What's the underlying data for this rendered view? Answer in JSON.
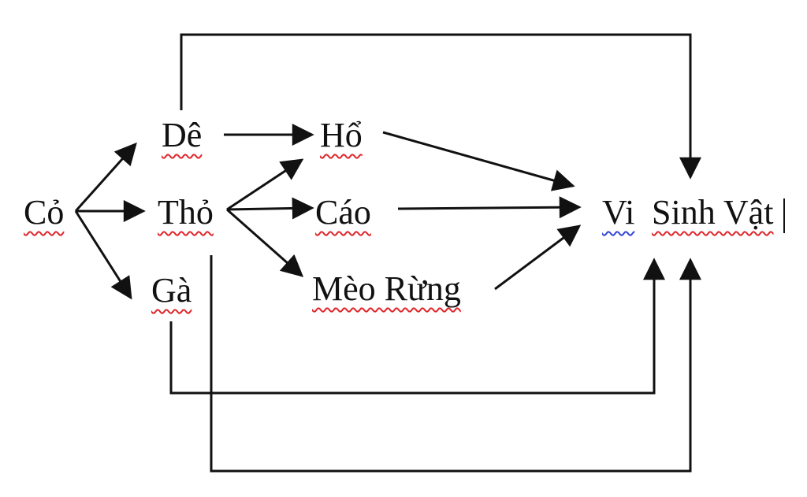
{
  "nodes": {
    "co": "Cỏ",
    "de": "Dê",
    "tho": "Thỏ",
    "ga": "Gà",
    "ho": "Hổ",
    "cao": "Cáo",
    "meo_rung": "Mèo Rừng",
    "vi": "Vi",
    "sinh_vat": "Sinh Vật"
  },
  "edges": [
    {
      "from": "Cỏ",
      "to": "Dê"
    },
    {
      "from": "Cỏ",
      "to": "Thỏ"
    },
    {
      "from": "Cỏ",
      "to": "Gà"
    },
    {
      "from": "Dê",
      "to": "Hổ"
    },
    {
      "from": "Thỏ",
      "to": "Hổ"
    },
    {
      "from": "Thỏ",
      "to": "Cáo"
    },
    {
      "from": "Thỏ",
      "to": "Mèo Rừng"
    },
    {
      "from": "Hổ",
      "to": "Vi Sinh Vật"
    },
    {
      "from": "Cáo",
      "to": "Vi Sinh Vật"
    },
    {
      "from": "Mèo Rừng",
      "to": "Vi Sinh Vật"
    },
    {
      "from": "Dê",
      "to": "Vi Sinh Vật"
    },
    {
      "from": "Gà",
      "to": "Vi Sinh Vật"
    },
    {
      "from": "Thỏ",
      "to": "Vi Sinh Vật"
    }
  ],
  "colors": {
    "text": "#111111",
    "line": "#111111",
    "spell_underline": "#e0262b",
    "grammar_underline": "#3346d6"
  }
}
